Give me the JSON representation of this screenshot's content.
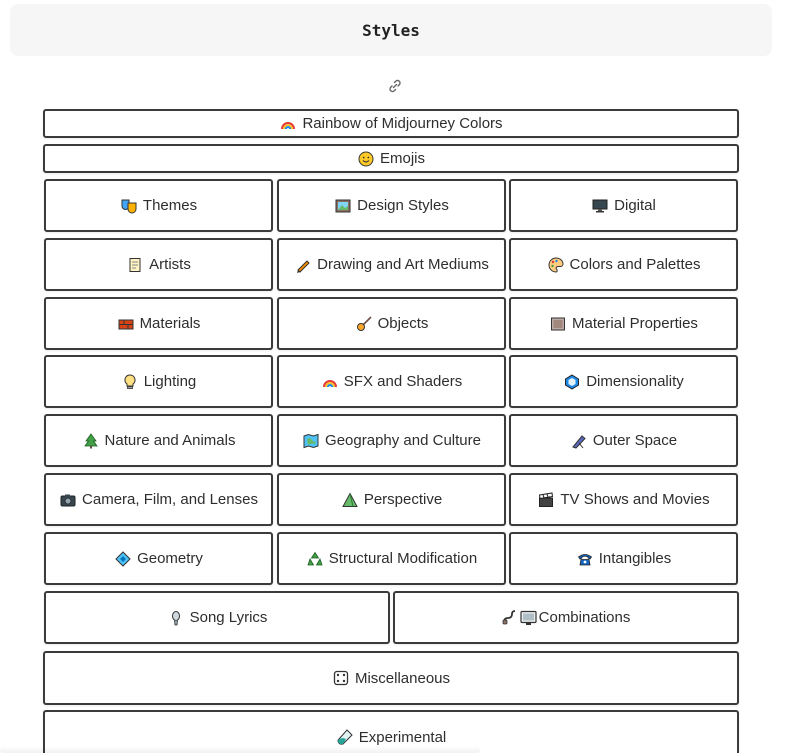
{
  "header": {
    "title": "Styles"
  },
  "link_icon": "link-icon",
  "wide_buttons": [
    {
      "label": "Rainbow of Midjourney Colors",
      "icon": "rainbow-icon"
    },
    {
      "label": "Emojis",
      "icon": "smiley-icon"
    }
  ],
  "grid_buttons": [
    {
      "label": "Themes",
      "icon": "masks-icon"
    },
    {
      "label": "Design Styles",
      "icon": "framed-picture-icon"
    },
    {
      "label": "Digital",
      "icon": "monitor-icon"
    },
    {
      "label": "Artists",
      "icon": "notepad-icon"
    },
    {
      "label": "Drawing and Art Mediums",
      "icon": "pencil-icon"
    },
    {
      "label": "Colors and Palettes",
      "icon": "palette-icon"
    },
    {
      "label": "Materials",
      "icon": "bricks-icon"
    },
    {
      "label": "Objects",
      "icon": "guitar-icon"
    },
    {
      "label": "Material Properties",
      "icon": "wood-icon"
    },
    {
      "label": "Lighting",
      "icon": "lightbulb-icon"
    },
    {
      "label": "SFX and Shaders",
      "icon": "rainbow-icon"
    },
    {
      "label": "Dimensionality",
      "icon": "cube-icon"
    },
    {
      "label": "Nature and Animals",
      "icon": "tree-icon"
    },
    {
      "label": "Geography and Culture",
      "icon": "map-icon"
    },
    {
      "label": "Outer Space",
      "icon": "telescope-icon"
    },
    {
      "label": "Camera, Film, and Lenses",
      "icon": "camera-icon"
    },
    {
      "label": "Perspective",
      "icon": "triangle-icon"
    },
    {
      "label": "TV Shows and Movies",
      "icon": "clapperboard-icon"
    },
    {
      "label": "Geometry",
      "icon": "diamond-icon"
    },
    {
      "label": "Structural Modification",
      "icon": "recycle-icon"
    },
    {
      "label": "Intangibles",
      "icon": "telephone-icon"
    }
  ],
  "half_buttons": [
    {
      "label": "Song Lyrics",
      "icon": "microphone-icon"
    },
    {
      "label": "Combinations",
      "icon": "chain-monitor-icon"
    }
  ],
  "full_buttons": [
    {
      "label": "Miscellaneous",
      "icon": "dice-icon"
    },
    {
      "label": "Experimental",
      "icon": "test-tube-icon"
    }
  ],
  "colors": {
    "border": "#3b3b3b",
    "header_bg": "#f6f6f7"
  }
}
